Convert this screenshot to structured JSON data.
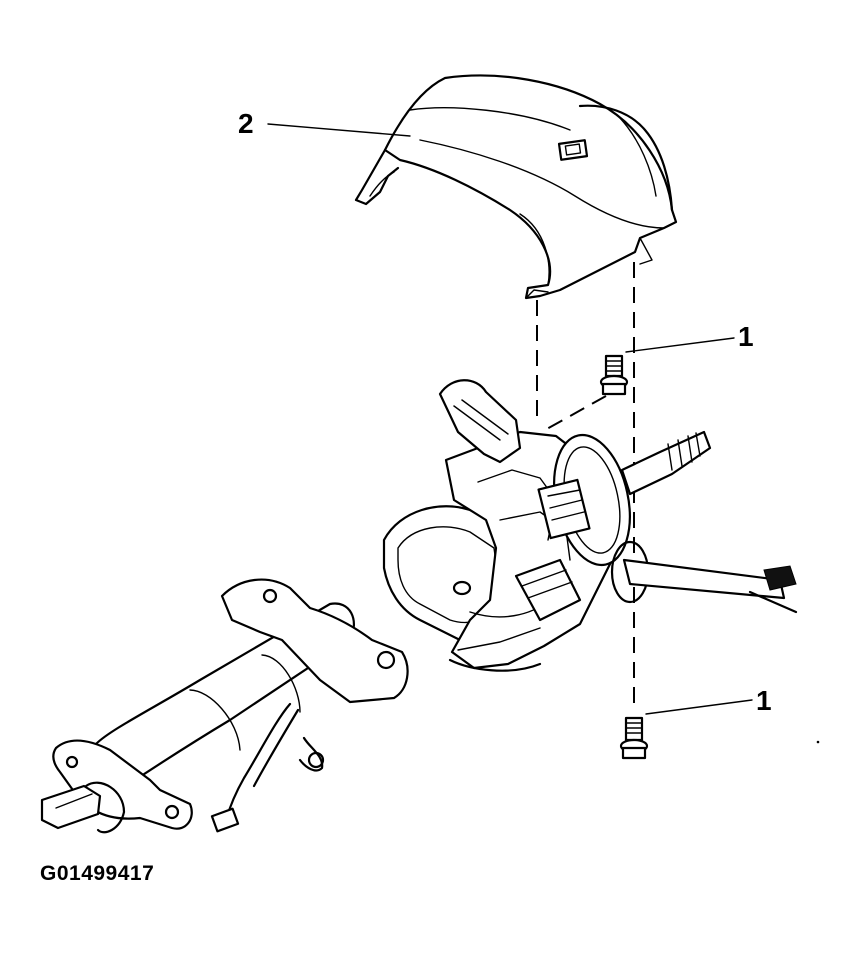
{
  "figure": {
    "id_label": "G01499417",
    "callouts": [
      {
        "number": "1",
        "part": "screw-upper"
      },
      {
        "number": "1",
        "part": "screw-lower"
      },
      {
        "number": "2",
        "part": "upper-shroud"
      }
    ]
  }
}
